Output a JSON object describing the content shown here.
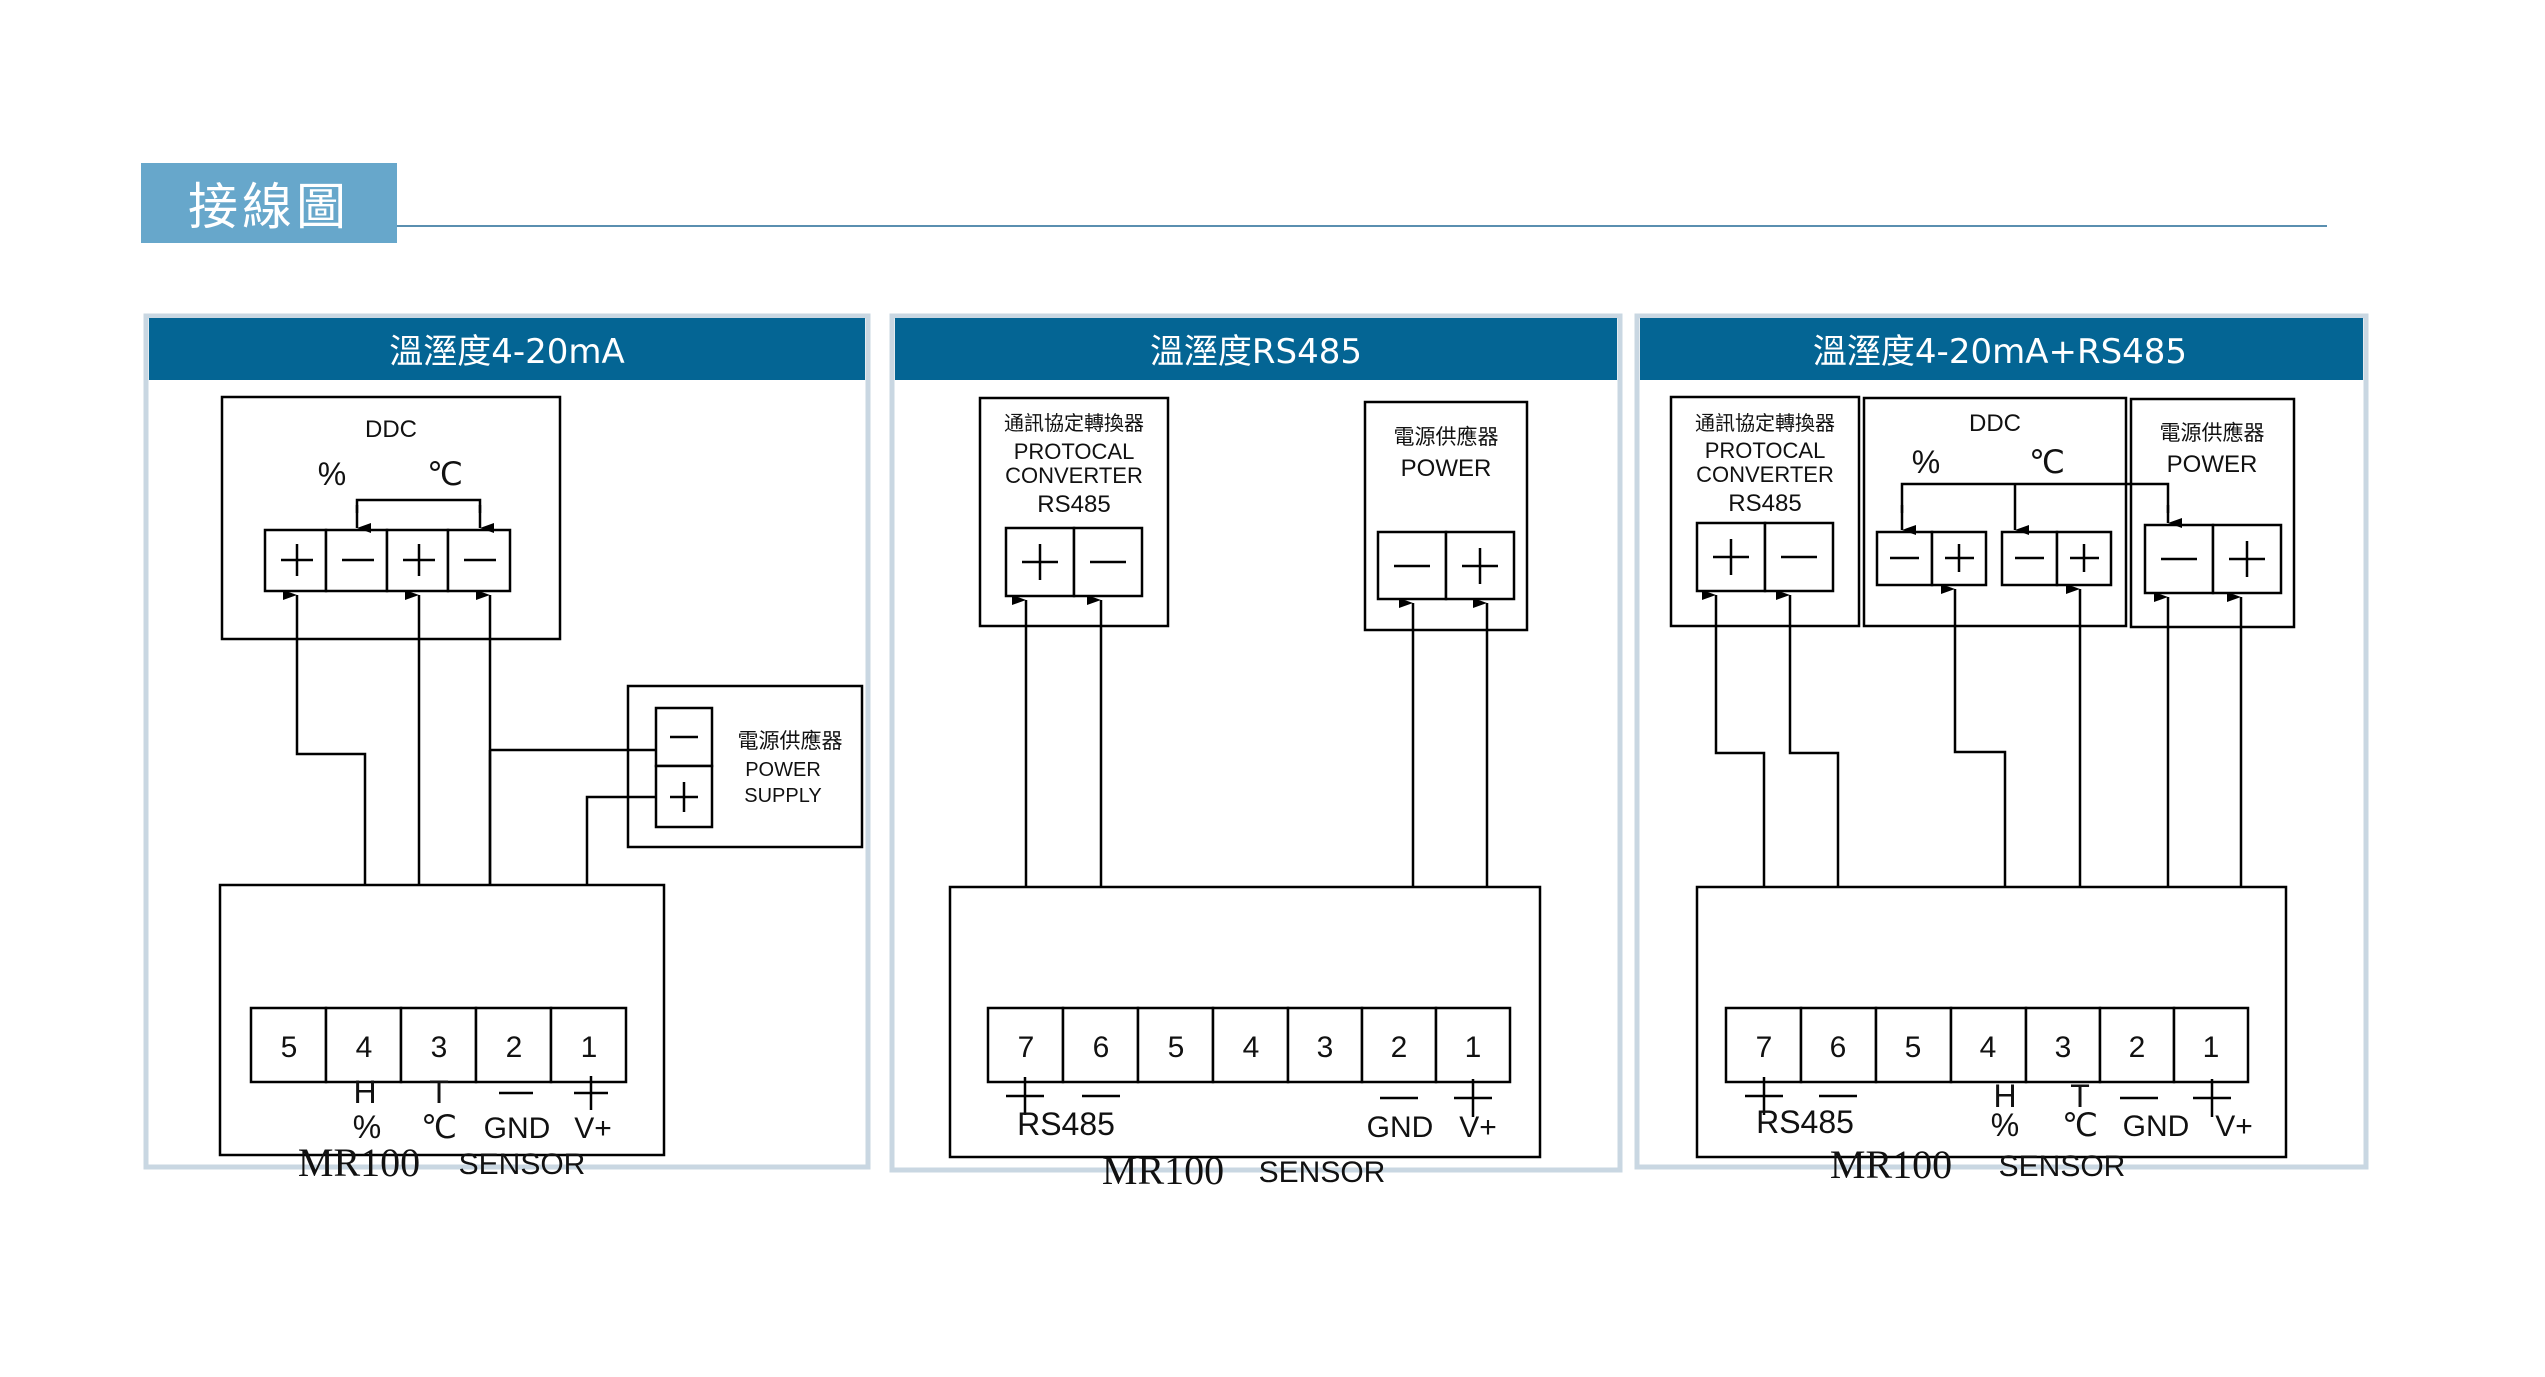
{
  "page_title": "接線圖",
  "colors": {
    "title_box": "#67a7cb",
    "panel_header": "#046594",
    "panel_border": "#c9d7e2",
    "line": "#000000"
  },
  "panels": [
    {
      "title": "溫溼度4-20mA",
      "ddc": {
        "label": "DDC",
        "humidity_unit": "%",
        "temp_unit": "℃",
        "terminals": [
          "+",
          "−",
          "+",
          "−"
        ]
      },
      "power_supply": {
        "label_cn": "電源供應器",
        "label_en_1": "POWER",
        "label_en_2": "SUPPLY",
        "terminals": [
          "−",
          "+"
        ]
      },
      "sensor": {
        "model": "MR100",
        "label": "SENSOR",
        "terminals": [
          "5",
          "4",
          "3",
          "2",
          "1"
        ],
        "signals": [
          {
            "terminal": "4",
            "top": "H",
            "bottom": "%"
          },
          {
            "terminal": "3",
            "top": "T",
            "bottom": "℃"
          },
          {
            "terminal": "2",
            "top": "−",
            "bottom": "GND"
          },
          {
            "terminal": "1",
            "top": "+",
            "bottom": "V+"
          }
        ]
      }
    },
    {
      "title": "溫溼度RS485",
      "converter": {
        "label_cn": "通訊協定轉換器",
        "label_en_1": "PROTOCAL",
        "label_en_2": "CONVERTER",
        "label_en_3": "RS485",
        "terminals": [
          "+",
          "−"
        ]
      },
      "power": {
        "label_cn": "電源供應器",
        "label_en": "POWER",
        "terminals": [
          "−",
          "+"
        ]
      },
      "sensor": {
        "model": "MR100",
        "label": "SENSOR",
        "terminals": [
          "7",
          "6",
          "5",
          "4",
          "3",
          "2",
          "1"
        ],
        "signals": [
          {
            "terminal": "7",
            "top": "+",
            "bottom": ""
          },
          {
            "terminal": "6",
            "top": "−",
            "bottom": ""
          },
          {
            "terminal": "2",
            "top": "−",
            "bottom": "GND"
          },
          {
            "terminal": "1",
            "top": "+",
            "bottom": "V+"
          }
        ],
        "rs485_label": "RS485"
      }
    },
    {
      "title": "溫溼度4-20mA+RS485",
      "converter": {
        "label_cn": "通訊協定轉換器",
        "label_en_1": "PROTOCAL",
        "label_en_2": "CONVERTER",
        "label_en_3": "RS485",
        "terminals": [
          "+",
          "−"
        ]
      },
      "ddc": {
        "label": "DDC",
        "humidity_unit": "%",
        "temp_unit": "℃",
        "terminals": [
          "−",
          "+",
          "−",
          "+"
        ]
      },
      "power": {
        "label_cn": "電源供應器",
        "label_en": "POWER",
        "terminals": [
          "−",
          "+"
        ]
      },
      "sensor": {
        "model": "MR100",
        "label": "SENSOR",
        "terminals": [
          "7",
          "6",
          "5",
          "4",
          "3",
          "2",
          "1"
        ],
        "signals": [
          {
            "terminal": "7",
            "top": "+",
            "bottom": ""
          },
          {
            "terminal": "6",
            "top": "−",
            "bottom": ""
          },
          {
            "terminal": "4",
            "top": "H",
            "bottom": "%"
          },
          {
            "terminal": "3",
            "top": "T",
            "bottom": "℃"
          },
          {
            "terminal": "2",
            "top": "−",
            "bottom": "GND"
          },
          {
            "terminal": "1",
            "top": "+",
            "bottom": "V+"
          }
        ],
        "rs485_label": "RS485"
      }
    }
  ]
}
